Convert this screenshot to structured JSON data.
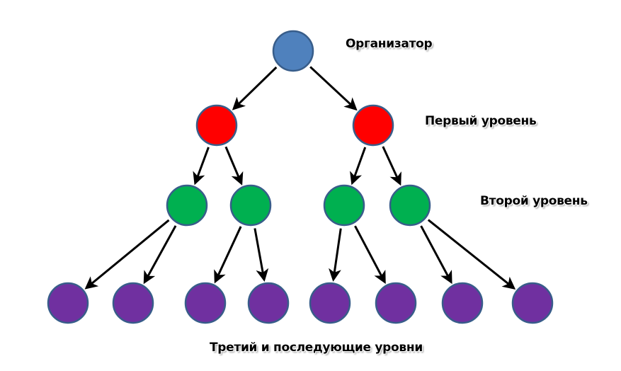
{
  "labels": {
    "organizer": "Организатор",
    "level1": "Первый уровень",
    "level2": "Второй уровень",
    "level3": "Третий и последующие уровни"
  },
  "colors": {
    "organizer": "#4f81bd",
    "level1": "#ff0000",
    "level2": "#00b050",
    "level3": "#7030a0",
    "stroke": "#385d8a",
    "arrow": "#000000"
  },
  "tree": {
    "organizer": {
      "children": 2
    },
    "level1_nodes": 2,
    "level2_nodes": 4,
    "level3_nodes": 8,
    "branching": 2
  }
}
